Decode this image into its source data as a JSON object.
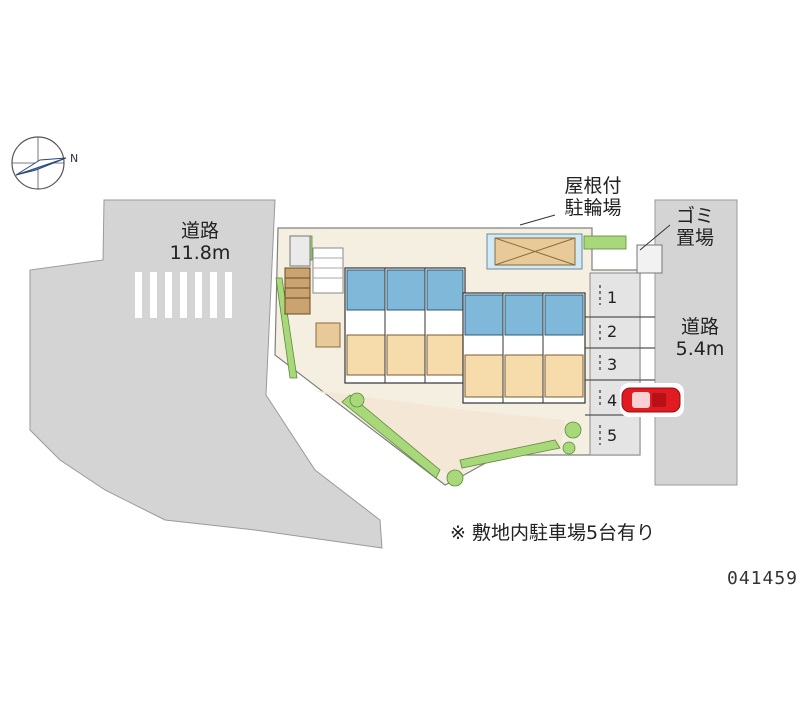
{
  "labels": {
    "road_west": {
      "line1": "道路",
      "line2": "11.8m"
    },
    "road_east": {
      "line1": "道路",
      "line2": "5.4m"
    },
    "bike_parking": {
      "line1": "屋根付",
      "line2": "駐輪場"
    },
    "garbage": {
      "line1": "ゴミ",
      "line2": "置場"
    }
  },
  "compass": {
    "letter": "N"
  },
  "parking_slots": [
    "1",
    "2",
    "3",
    "4",
    "5"
  ],
  "note": "※ 敷地内駐車場5台有り",
  "code": "041459",
  "colors": {
    "road": "#d4d4d4",
    "site": "#f5efe2",
    "building_blue": "#7fb8d8",
    "building_tan": "#f6dcab",
    "green": "#a8d87a",
    "car": "#e01b22"
  }
}
